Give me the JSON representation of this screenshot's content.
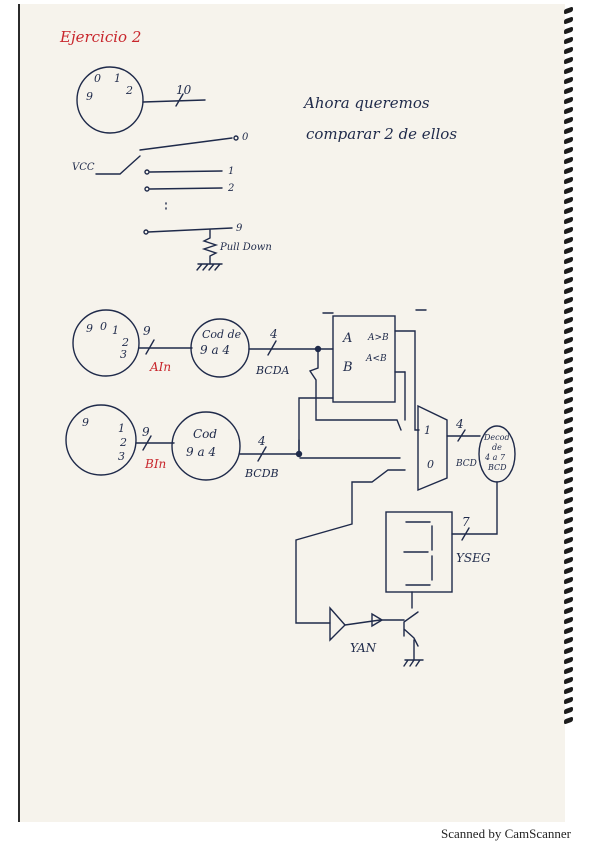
{
  "title": "Ejercicio 2",
  "note_line1": "Ahora queremos",
  "note_line2": "comparar 2 de ellos",
  "switch": {
    "dial_digits": [
      "0",
      "1",
      "2",
      "9"
    ],
    "bus_count": "10",
    "vcc": "VCC",
    "out_labels": [
      "0",
      "1",
      "2",
      "9"
    ],
    "pull_down": "Pull Down"
  },
  "circuit": {
    "dial_a_digits": [
      "9",
      "0",
      "1",
      "2",
      "3"
    ],
    "dial_b_digits": [
      "9",
      "1",
      "2",
      "3"
    ],
    "bus_a_width": "9",
    "bus_b_width": "9",
    "signal_a": "AIn",
    "signal_b": "BIn",
    "coder_a": [
      "Cod de",
      "9 a 4"
    ],
    "coder_b": [
      "Cod",
      "9 a 4"
    ],
    "bcd_a_width": "4",
    "bcd_b_width": "4",
    "bcd_a": "BCDA",
    "bcd_b": "BCDB",
    "comparator_inputs": [
      "A",
      "B"
    ],
    "comparator_outputs": [
      "A>B",
      "A<B"
    ],
    "mux_inputs": [
      "1",
      "0"
    ],
    "mux_out_width": "4",
    "mux_out_label": "BCD",
    "decoder": [
      "Decod",
      "de",
      "4 a 7",
      "BCD"
    ],
    "seg_width": "7",
    "seg_label": "YSEG",
    "led_label": "YAN"
  },
  "footer": "Scanned by CamScanner"
}
